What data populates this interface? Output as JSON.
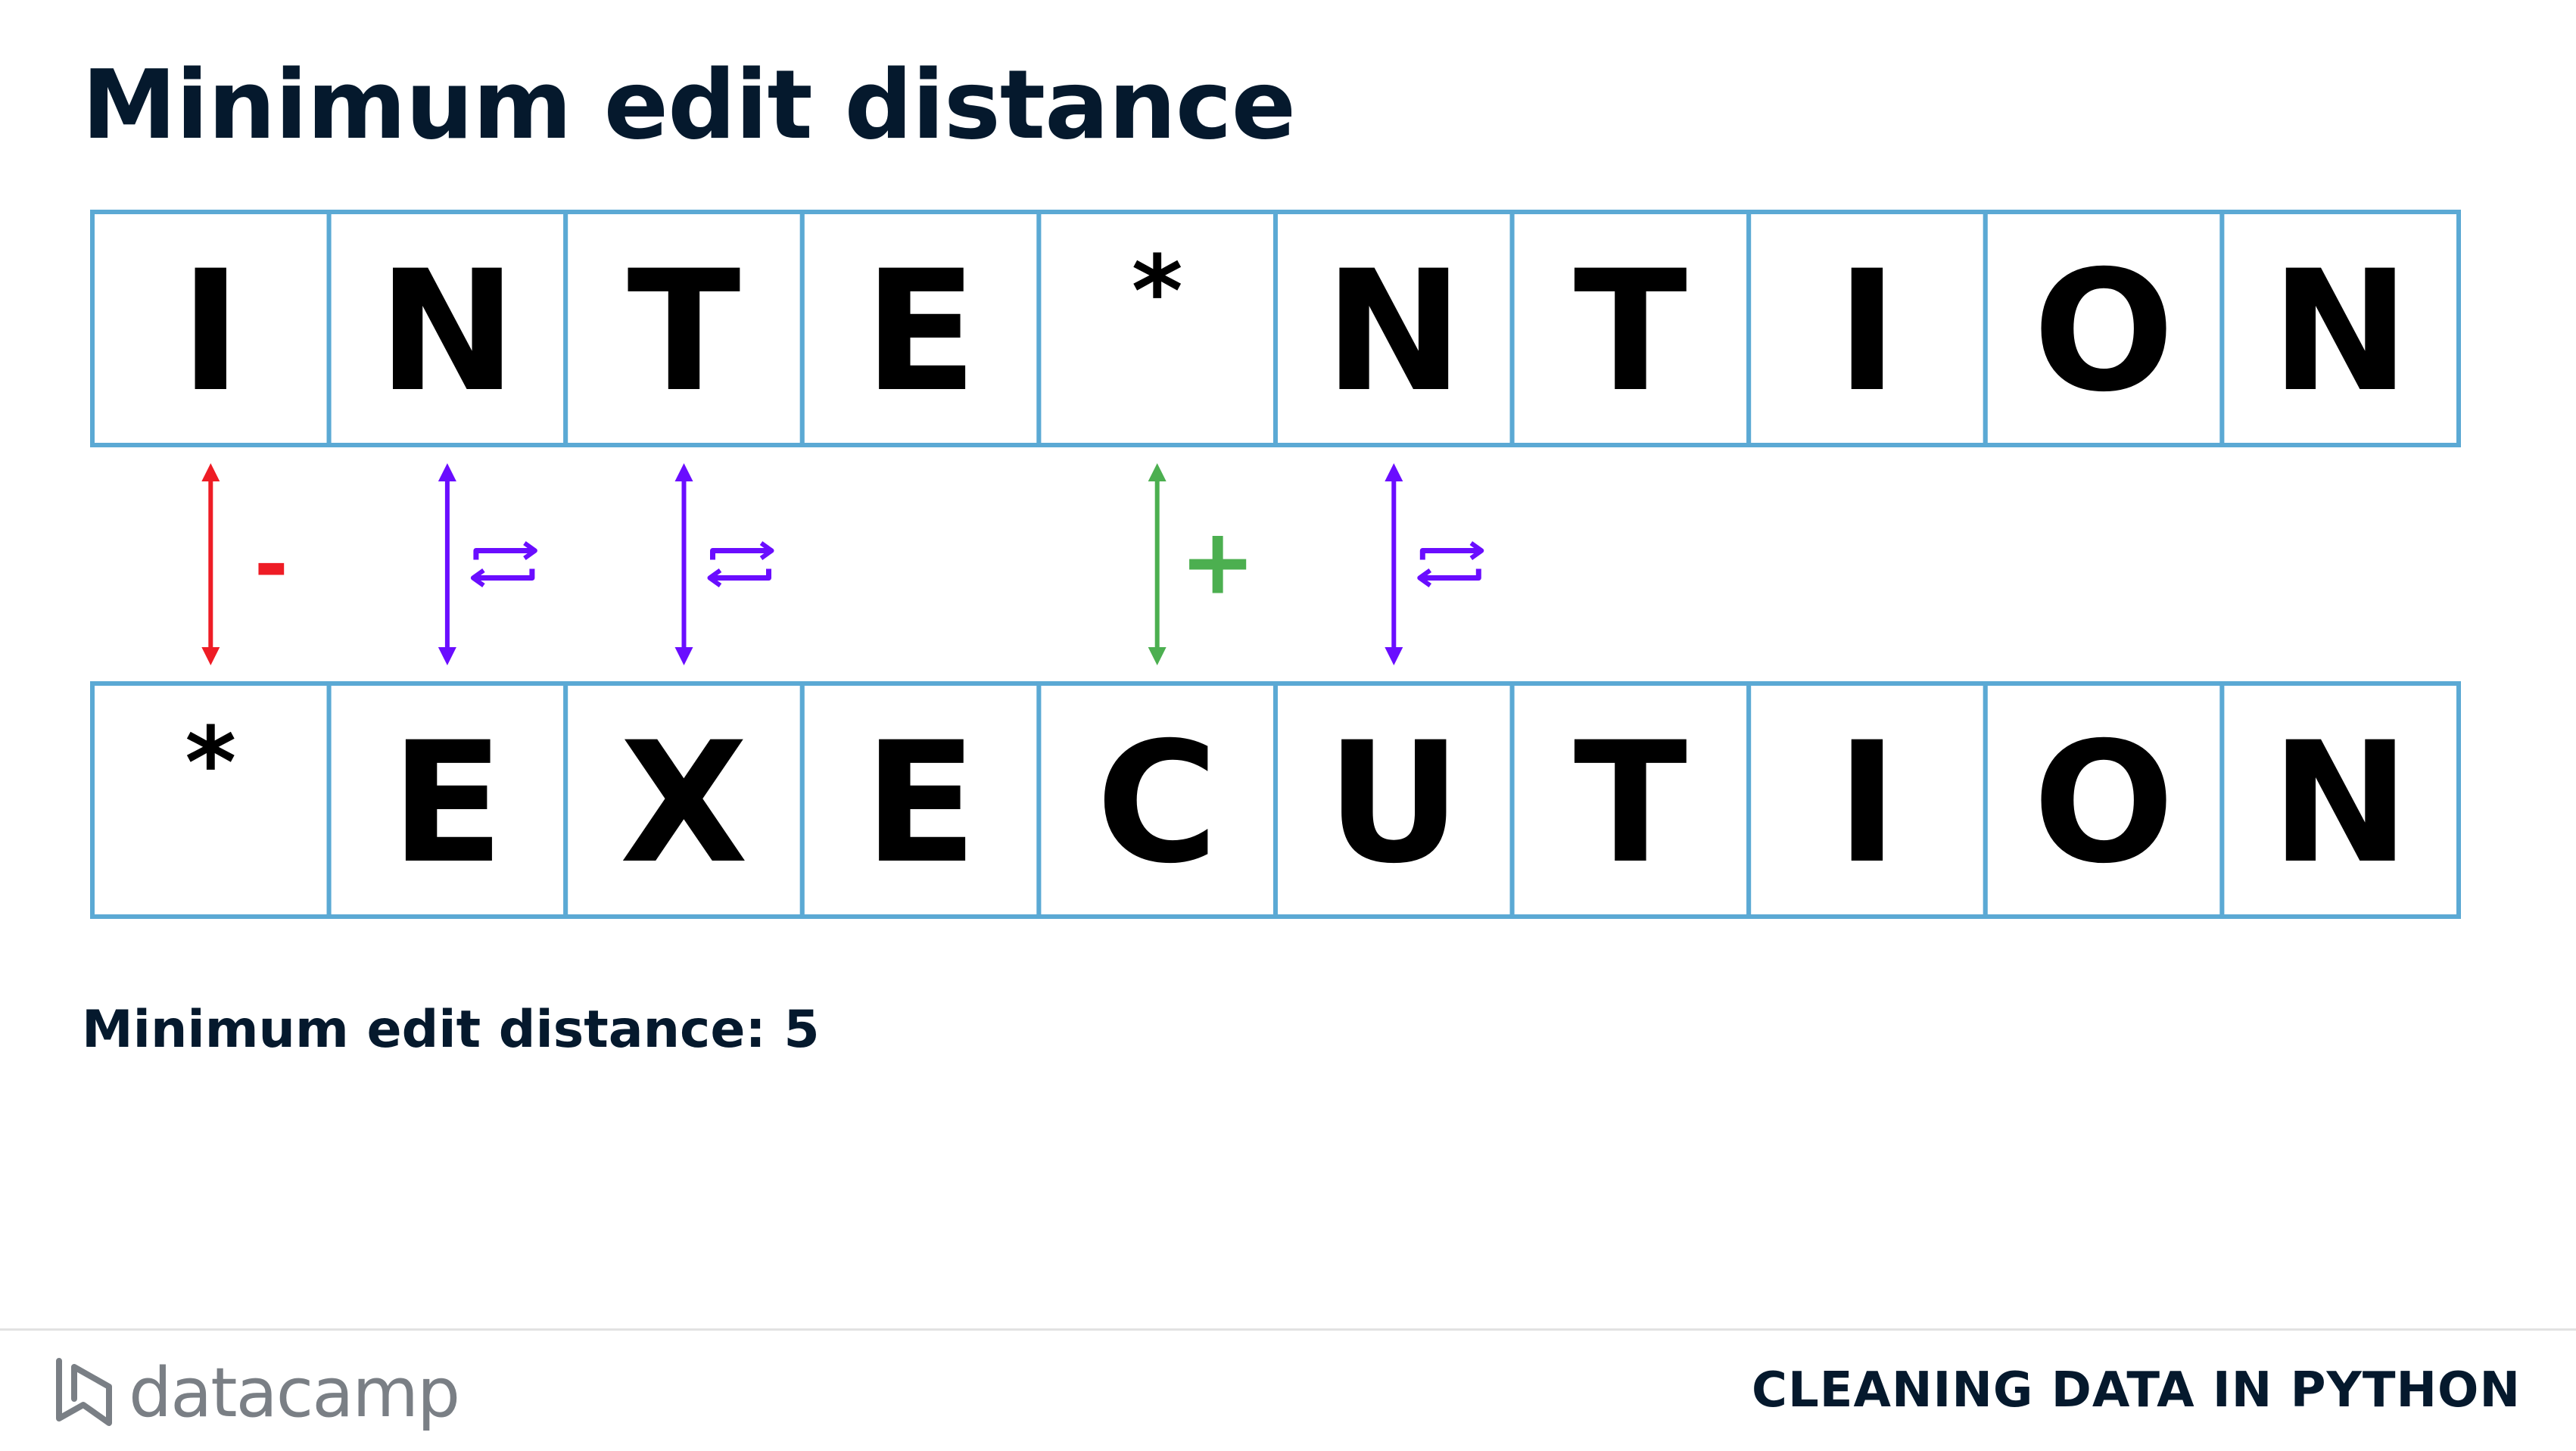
{
  "slide": {
    "title": "Minimum edit distance",
    "distance_text": "Minimum edit distance: 5"
  },
  "diagram": {
    "top_row": [
      "I",
      "N",
      "T",
      "E",
      "*",
      "N",
      "T",
      "I",
      "O",
      "N"
    ],
    "bottom_row": [
      "*",
      "E",
      "X",
      "E",
      "C",
      "U",
      "T",
      "I",
      "O",
      "N"
    ],
    "operations": [
      {
        "column": 0,
        "type": "deletion",
        "symbol": "-",
        "color": "#ee1c25"
      },
      {
        "column": 1,
        "type": "substitution",
        "symbol": "substitute-icon",
        "color": "#6a0dff"
      },
      {
        "column": 2,
        "type": "substitution",
        "symbol": "substitute-icon",
        "color": "#6a0dff"
      },
      {
        "column": 4,
        "type": "insertion",
        "symbol": "+",
        "color": "#4caf50"
      },
      {
        "column": 5,
        "type": "substitution",
        "symbol": "substitute-icon",
        "color": "#6a0dff"
      }
    ],
    "cell_border_color": "#5ba9d4"
  },
  "footer": {
    "brand": "datacamp",
    "course": "CLEANING DATA IN PYTHON"
  }
}
